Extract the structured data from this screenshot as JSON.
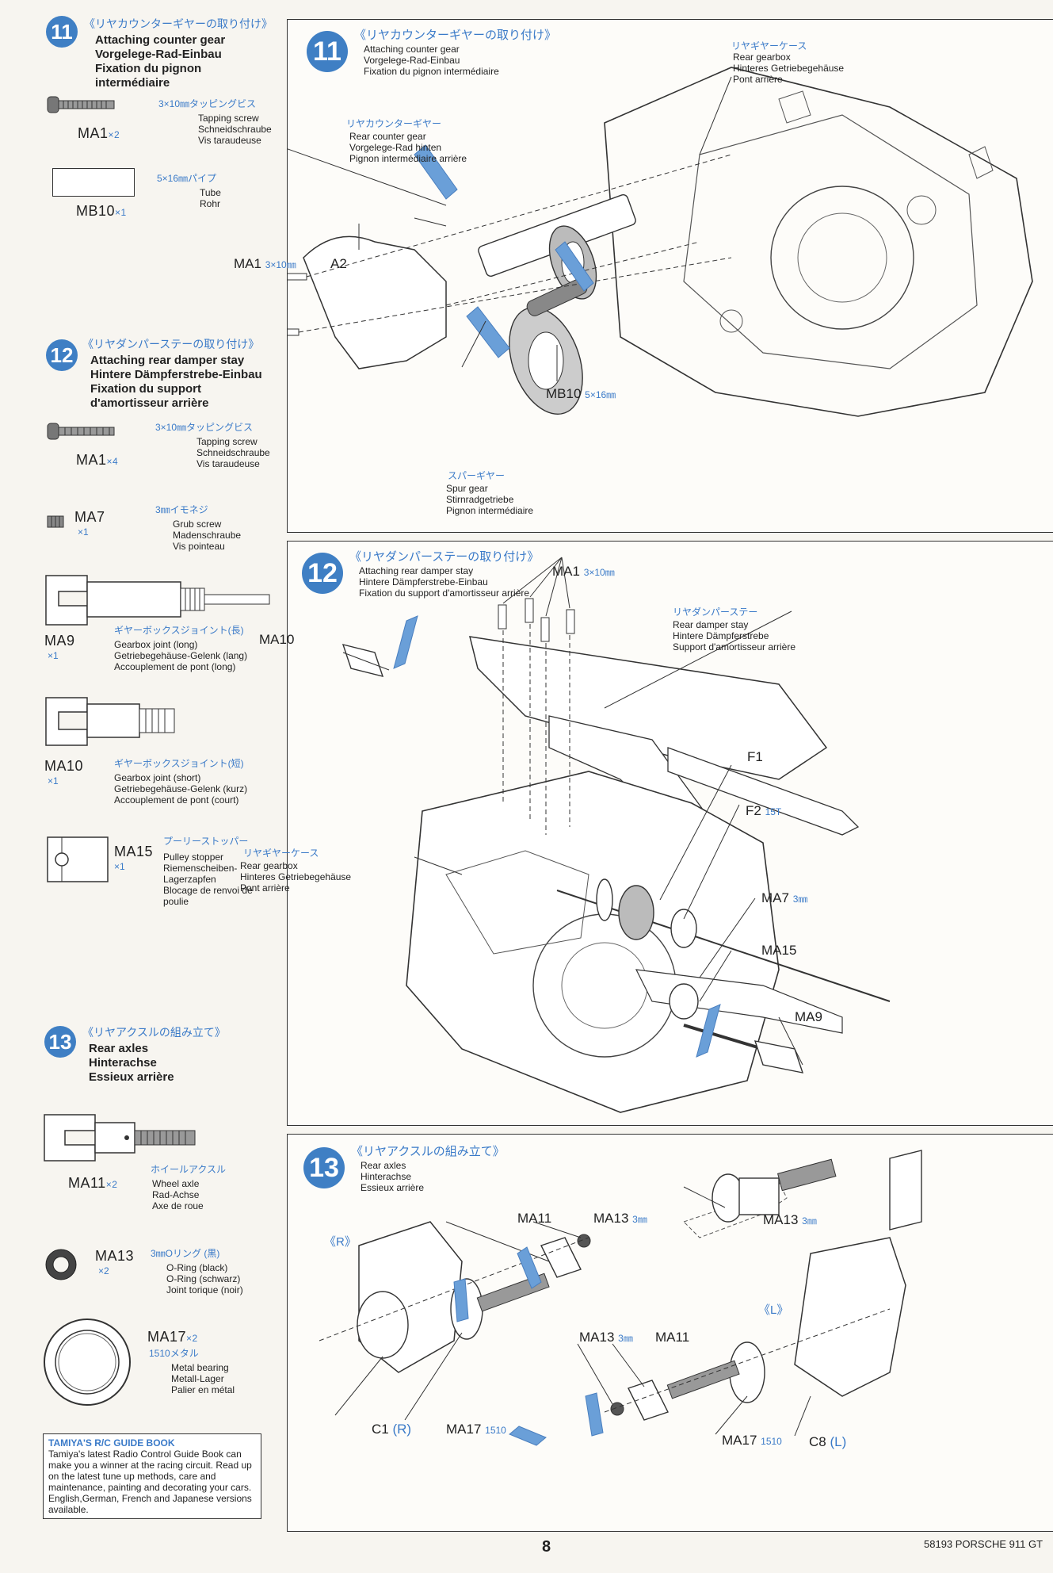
{
  "left": {
    "step11": {
      "num": "11",
      "jp": "《リヤカウンターギヤーの取り付け》",
      "en": "Attaching counter gear",
      "de": "Vorgelege-Rad-Einbau",
      "fr": "Fixation du pignon intermédiaire",
      "parts": [
        {
          "code": "MA1",
          "qty": "×2",
          "jp": "3×10㎜タッピングビス",
          "d1": "Tapping screw",
          "d2": "Schneidschraube",
          "d3": "Vis taraudeuse"
        },
        {
          "code": "MB10",
          "qty": "×1",
          "jp": "5×16㎜パイプ",
          "d1": "Tube",
          "d2": "Rohr",
          "d3": ""
        }
      ]
    },
    "step12": {
      "num": "12",
      "jp": "《リヤダンパーステーの取り付け》",
      "en": "Attaching rear damper stay",
      "de": "Hintere Dämpferstrebe-Einbau",
      "fr": "Fixation du support d'amortisseur arrière",
      "parts": [
        {
          "code": "MA1",
          "qty": "×4",
          "jp": "3×10㎜タッピングビス",
          "d1": "Tapping screw",
          "d2": "Schneidschraube",
          "d3": "Vis taraudeuse"
        },
        {
          "code": "MA7",
          "qty": "×1",
          "jp": "3㎜イモネジ",
          "d1": "Grub screw",
          "d2": "Madenschraube",
          "d3": "Vis pointeau"
        },
        {
          "code": "MA9",
          "qty": "×1",
          "jp": "ギヤーボックスジョイント(長)",
          "d1": "Gearbox joint (long)",
          "d2": "Getriebegehäuse-Gelenk (lang)",
          "d3": "Accouplement de pont (long)"
        },
        {
          "code": "MA10",
          "qty": "×1",
          "jp": "ギヤーボックスジョイント(短)",
          "d1": "Gearbox joint (short)",
          "d2": "Getriebegehäuse-Gelenk (kurz)",
          "d3": "Accouplement de pont (court)"
        },
        {
          "code": "MA15",
          "qty": "×1",
          "jp": "プーリーストッパー",
          "d1": "Pulley stopper",
          "d2": "Riemenscheiben-Lagerzapfen",
          "d3": "Blocage de renvoi de poulie"
        }
      ]
    },
    "step13": {
      "num": "13",
      "jp": "《リヤアクスルの組み立て》",
      "en": "Rear axles",
      "de": "Hinterachse",
      "fr": "Essieux arrière",
      "parts": [
        {
          "code": "MA11",
          "qty": "×2",
          "jp": "ホイールアクスル",
          "d1": "Wheel axle",
          "d2": "Rad-Achse",
          "d3": "Axe de roue"
        },
        {
          "code": "MA13",
          "qty": "×2",
          "jp": "3㎜Oリング (黒)",
          "d1": "O-Ring (black)",
          "d2": "O-Ring (schwarz)",
          "d3": "Joint torique (noir)"
        },
        {
          "code": "MA17",
          "qty": "×2",
          "jp": "1510メタル",
          "d1": "Metal bearing",
          "d2": "Metall-Lager",
          "d3": "Palier en métal"
        }
      ]
    },
    "guide": {
      "title": "TAMIYA'S R/C GUIDE BOOK",
      "body": "Tamiya's latest Radio Control Guide Book can make you a winner at the racing circuit. Read up on the latest tune up methods, care and maintenance, painting and decorating your cars. English,German, French and Japanese versions available."
    }
  },
  "panel11": {
    "num": "11",
    "jp": "《リヤカウンターギヤーの取り付け》",
    "en": "Attaching counter gear",
    "de": "Vorgelege-Rad-Einbau",
    "fr": "Fixation du pignon intermédiaire",
    "rear_gearbox": {
      "jp": "リヤギヤーケース",
      "en": "Rear gearbox",
      "de": "Hinteres Getriebegehäuse",
      "fr": "Pont arrière"
    },
    "counter_gear": {
      "jp": "リヤカウンターギヤー",
      "en": "Rear counter gear",
      "de": "Vorgelege-Rad hinten",
      "fr": "Pignon intermédiaire arrière"
    },
    "spur_gear": {
      "jp": "スパーギヤー",
      "en": "Spur gear",
      "de": "Stirnradgetriebe",
      "fr": "Pignon intermédiaire"
    },
    "ma1": "MA1",
    "ma1_size": "3×10㎜",
    "a2": "A2",
    "mb10": "MB10",
    "mb10_size": "5×16㎜"
  },
  "panel12": {
    "num": "12",
    "jp": "《リヤダンパーステーの取り付け》",
    "en": "Attaching rear damper stay",
    "de": "Hintere Dämpferstrebe-Einbau",
    "fr": "Fixation du support d'amortisseur arrière",
    "ma1": "MA1",
    "ma1_size": "3×10㎜",
    "damper_stay": {
      "jp": "リヤダンパーステー",
      "en": "Rear damper stay",
      "de": "Hintere Dämpferstrebe",
      "fr": "Support d'amortisseur arrière"
    },
    "rear_gearbox": {
      "jp": "リヤギヤーケース",
      "en": "Rear gearbox",
      "de": "Hinteres Getriebegehäuse",
      "fr": "Pont arrière"
    },
    "ma10": "MA10",
    "f1": "F1",
    "f2": "F2",
    "f2_size": "15T",
    "ma7": "MA7",
    "ma7_size": "3㎜",
    "ma15": "MA15",
    "ma9": "MA9"
  },
  "panel13": {
    "num": "13",
    "jp": "《リヤアクスルの組み立て》",
    "en": "Rear axles",
    "de": "Hinterachse",
    "fr": "Essieux arrière",
    "r_label": "《R》",
    "l_label": "《L》",
    "ma11": "MA11",
    "ma13": "MA13",
    "ma13_size": "3㎜",
    "ma17": "MA17",
    "ma17_size": "1510",
    "c1": "C1",
    "c1_side": "(R)",
    "c8": "C8",
    "c8_side": "(L)"
  },
  "footer": {
    "page": "8",
    "model": "58193 PORSCHE 911 GT"
  },
  "colors": {
    "accent": "#3f7fc4",
    "ink": "#222222",
    "paper": "#f7f5f0"
  }
}
